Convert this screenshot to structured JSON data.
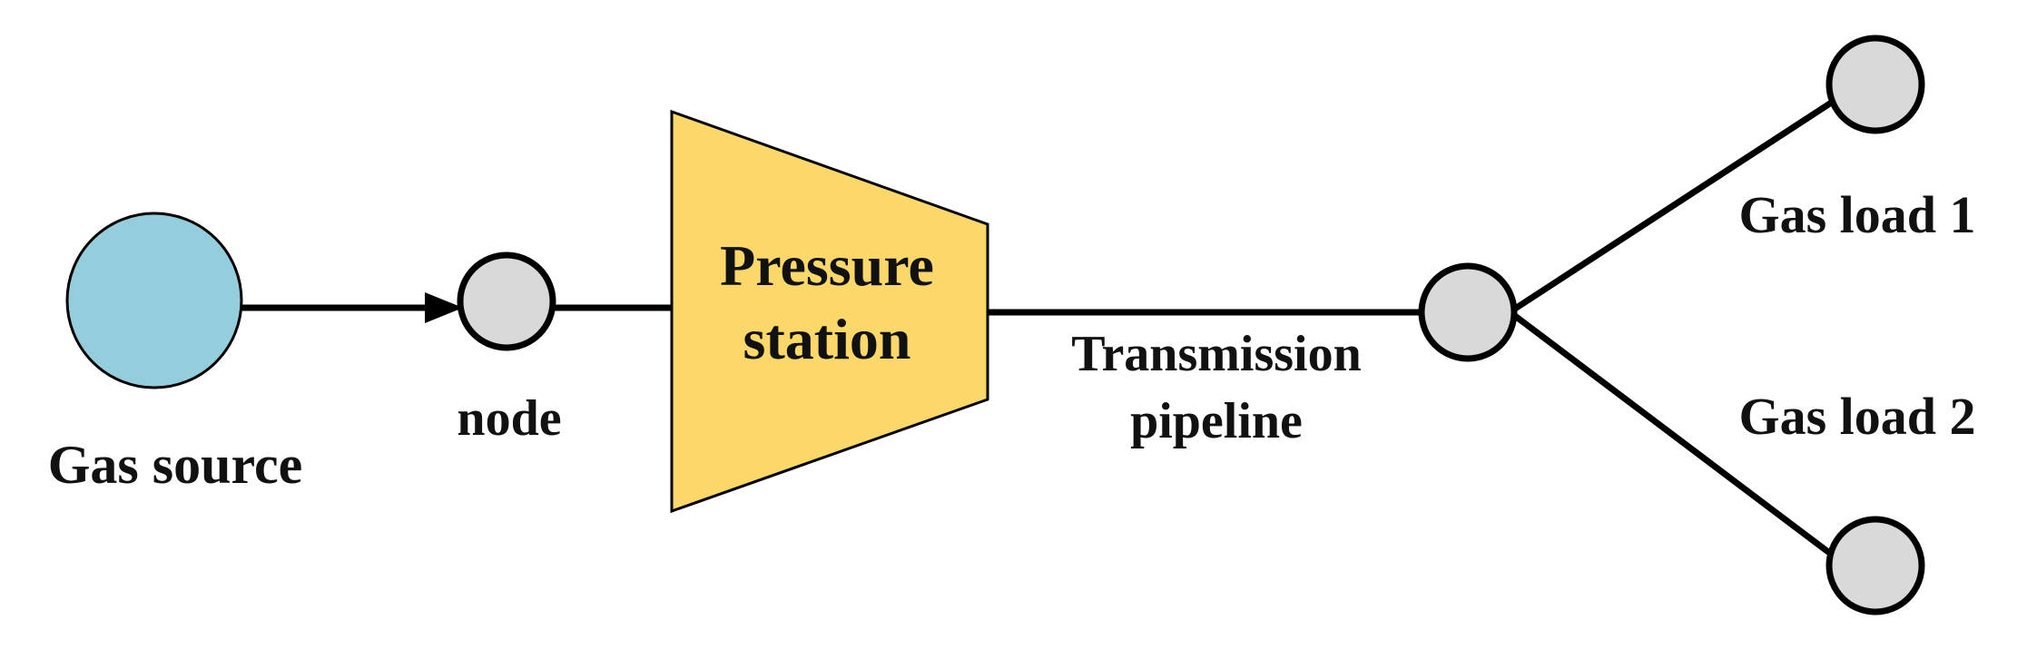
{
  "diagram": {
    "labels": {
      "gas_source": "Gas source",
      "node": "node",
      "pressure_station_line1": "Pressure",
      "pressure_station_line2": "station",
      "pipeline_line1": "Transmission",
      "pipeline_line2": "pipeline",
      "gas_load_1": "Gas load 1",
      "gas_load_2": "Gas load 2"
    },
    "colors": {
      "gas_source_fill": "#94CDDB",
      "node_fill": "#D9D9D9",
      "pressure_station_fill": "#FCD86B",
      "stroke": "#000000"
    }
  }
}
